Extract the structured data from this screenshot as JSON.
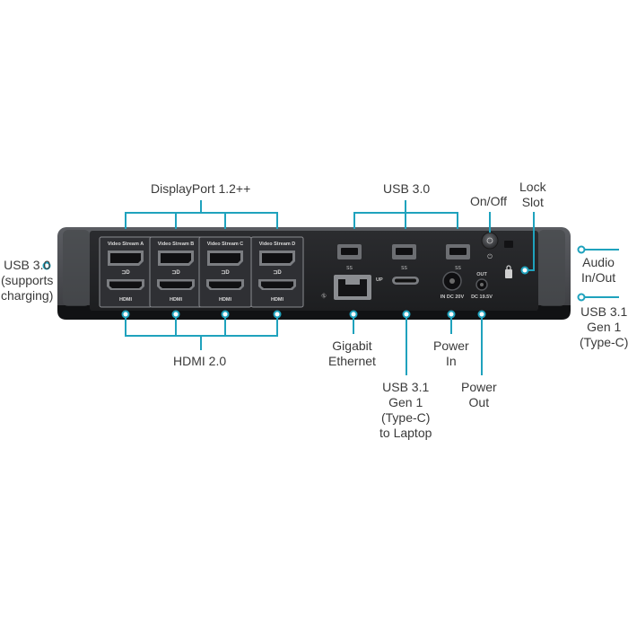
{
  "accent": "#1fa2bd",
  "device": {
    "video_streams": [
      "Video Stream A",
      "Video Stream B",
      "Video Stream C",
      "Video Stream D"
    ],
    "hdmi_port_text": "HDMI",
    "usb_port_text": "SS",
    "usbc_port_text": "UP",
    "power_in_text": "IN DC 20V",
    "power_out_top_text": "OUT",
    "power_out_bottom_text": "DC 19.5V"
  },
  "callouts": {
    "displayport": [
      "DisplayPort 1.2++"
    ],
    "usb30_top": [
      "USB 3.0"
    ],
    "on_off": [
      "On/Off"
    ],
    "lock_slot": [
      "Lock",
      "Slot"
    ],
    "usb30_left": [
      "USB 3.0",
      "(supports",
      "charging)"
    ],
    "audio": [
      "Audio",
      "In/Out"
    ],
    "usb31_right": [
      "USB 3.1",
      "Gen 1",
      "(Type-C)"
    ],
    "hdmi20": [
      "HDMI 2.0"
    ],
    "ethernet": [
      "Gigabit",
      "Ethernet"
    ],
    "usb31_laptop": [
      "USB 3.1",
      "Gen 1",
      "(Type-C)",
      "to Laptop"
    ],
    "power_in": [
      "Power",
      "In"
    ],
    "power_out": [
      "Power",
      "Out"
    ]
  }
}
